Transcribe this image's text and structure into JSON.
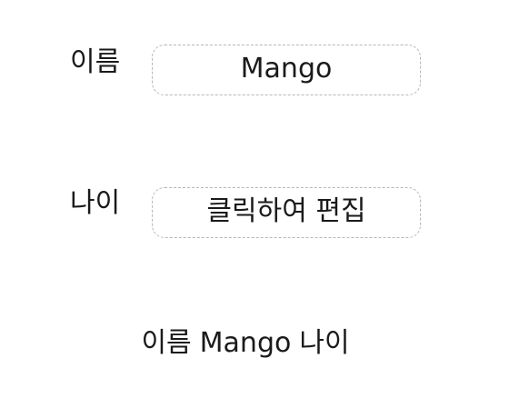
{
  "form": {
    "name_label": "이름",
    "name_value": "Mango",
    "age_label": "나이",
    "age_placeholder": "클릭하여 편집"
  },
  "summary": {
    "name_label": "이름",
    "name_value": "Mango",
    "age_label": "나이"
  }
}
